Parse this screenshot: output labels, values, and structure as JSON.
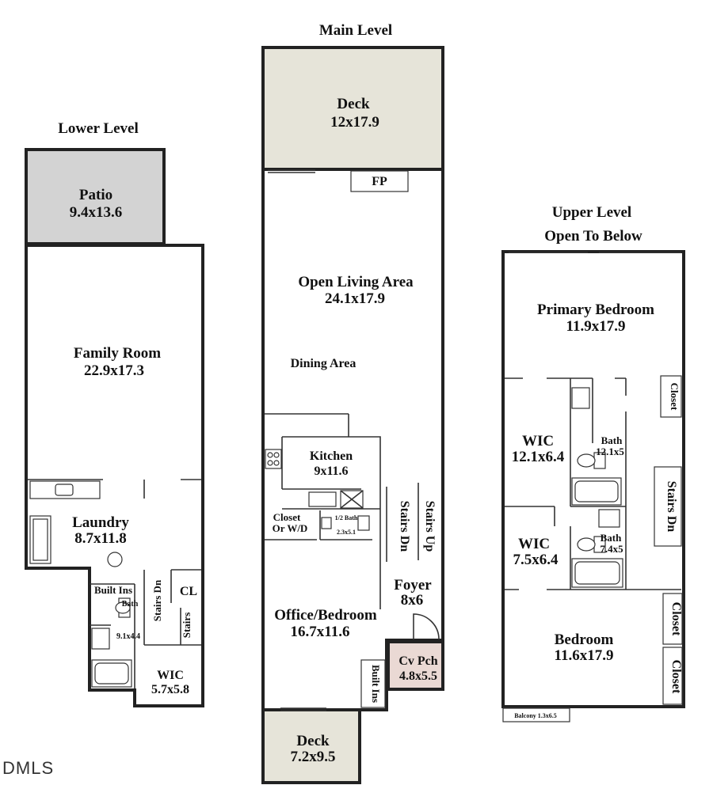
{
  "levels": {
    "lower": "Lower Level",
    "main": "Main Level",
    "upper": "Upper Level",
    "open_to_below": "Open To Below"
  },
  "colors": {
    "patio": "#d3d3d3",
    "deck": "#e6e4d9",
    "covered_porch": "#ead9d4",
    "wall": "#222222"
  },
  "lower": {
    "patio": {
      "name": "Patio",
      "dims": "9.4x13.6"
    },
    "family_room": {
      "name": "Family Room",
      "dims": "22.9x17.3"
    },
    "laundry": {
      "name": "Laundry",
      "dims": "8.7x11.8"
    },
    "built_ins": "Built Ins",
    "cl": "CL",
    "stairs_dn": "Stairs Dn",
    "stairs": "Stairs",
    "bath": {
      "name": "Bath",
      "dims": "9.1x4.4"
    },
    "wic": {
      "name": "WIC",
      "dims": "5.7x5.8"
    }
  },
  "main": {
    "deck_top": {
      "name": "Deck",
      "dims": "12x17.9"
    },
    "fp": "FP",
    "open_living": {
      "name": "Open Living Area",
      "dims": "24.1x17.9"
    },
    "dining": "Dining Area",
    "kitchen": {
      "name": "Kitchen",
      "dims": "9x11.6"
    },
    "closet_wd": {
      "line1": "Closet",
      "line2": "Or W/D"
    },
    "half_bath": {
      "name": "1/2 Bath",
      "dims": "2.3x5.1"
    },
    "stairs_dn": "Stairs Dn",
    "stairs_up": "Stairs Up",
    "foyer": {
      "name": "Foyer",
      "dims": "8x6"
    },
    "office": {
      "name": "Office/Bedroom",
      "dims": "16.7x11.6"
    },
    "cv_pch": {
      "name": "Cv Pch",
      "dims": "4.8x5.5"
    },
    "built_ins": "Built Ins",
    "deck_bottom": {
      "name": "Deck",
      "dims": "7.2x9.5"
    }
  },
  "upper": {
    "primary": {
      "name": "Primary Bedroom",
      "dims": "11.9x17.9"
    },
    "closet_top": "Closet",
    "wic1": {
      "name": "WIC",
      "dims": "12.1x6.4"
    },
    "bath1": {
      "name": "Bath",
      "dims": "12.1x5"
    },
    "stairs_dn": "Stairs Dn",
    "wic2": {
      "name": "WIC",
      "dims": "7.5x6.4"
    },
    "bath2": {
      "name": "Bath",
      "dims": "7.4x5"
    },
    "closet_a": "Closet",
    "closet_b": "Closet",
    "bedroom": {
      "name": "Bedroom",
      "dims": "11.6x17.9"
    },
    "balcony": "Balcony 1.3x6.5"
  },
  "watermark": "DMLS"
}
